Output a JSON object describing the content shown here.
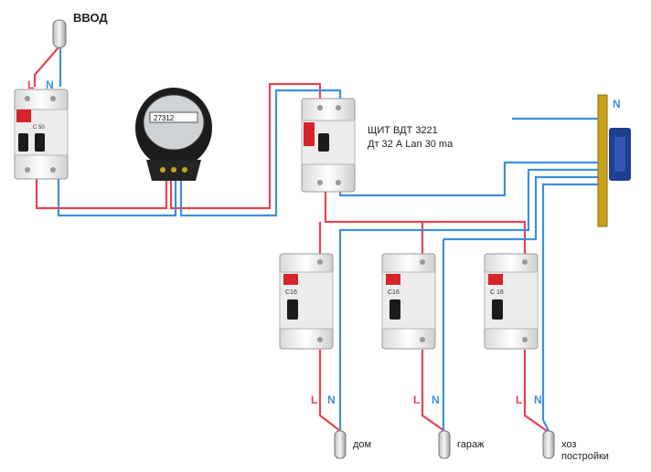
{
  "labels": {
    "input": "ВВОД",
    "rcd_line1": "ЩИТ ВДТ 3221",
    "rcd_line2": "Дт 32 А Lan 30 ma",
    "phase": "L",
    "neutral": "N"
  },
  "devices": {
    "main_breaker_rating": "C 50",
    "meter_reading": "27312",
    "branch_rating": "C16",
    "branch_rating_3": "C 16"
  },
  "outputs": {
    "house": "дом",
    "garage": "гараж",
    "outbuildings_1": "хоз",
    "outbuildings_2": "постройки"
  },
  "colors": {
    "phase_wire": "#e8434f",
    "neutral_wire": "#3f8fd8",
    "breaker_body": "#f2f2f2",
    "brand_red": "#d8232a",
    "busbar": "#c8a21a",
    "bus_clip": "#1f3f8f",
    "meter_body": "#1c1c1c"
  }
}
